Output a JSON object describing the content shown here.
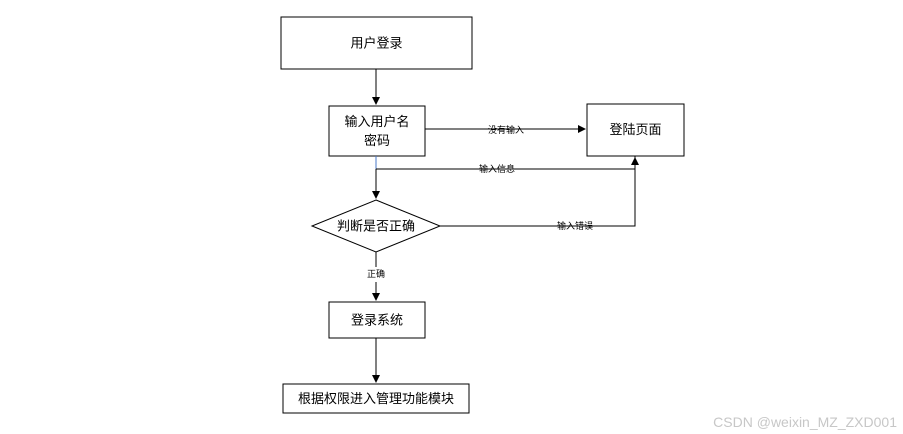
{
  "nodes": {
    "user_login": "用户登录",
    "input_credentials_line1": "输入用户名",
    "input_credentials_line2": "密码",
    "login_page": "登陆页面",
    "decision": "判断是否正确",
    "login_system": "登录系统",
    "enter_modules": "根据权限进入管理功能模块"
  },
  "edges": {
    "no_input": "没有输入",
    "input_info": "输入信息",
    "input_error": "输入错误",
    "correct": "正确"
  },
  "watermark": "CSDN @weixin_MZ_ZXD001"
}
